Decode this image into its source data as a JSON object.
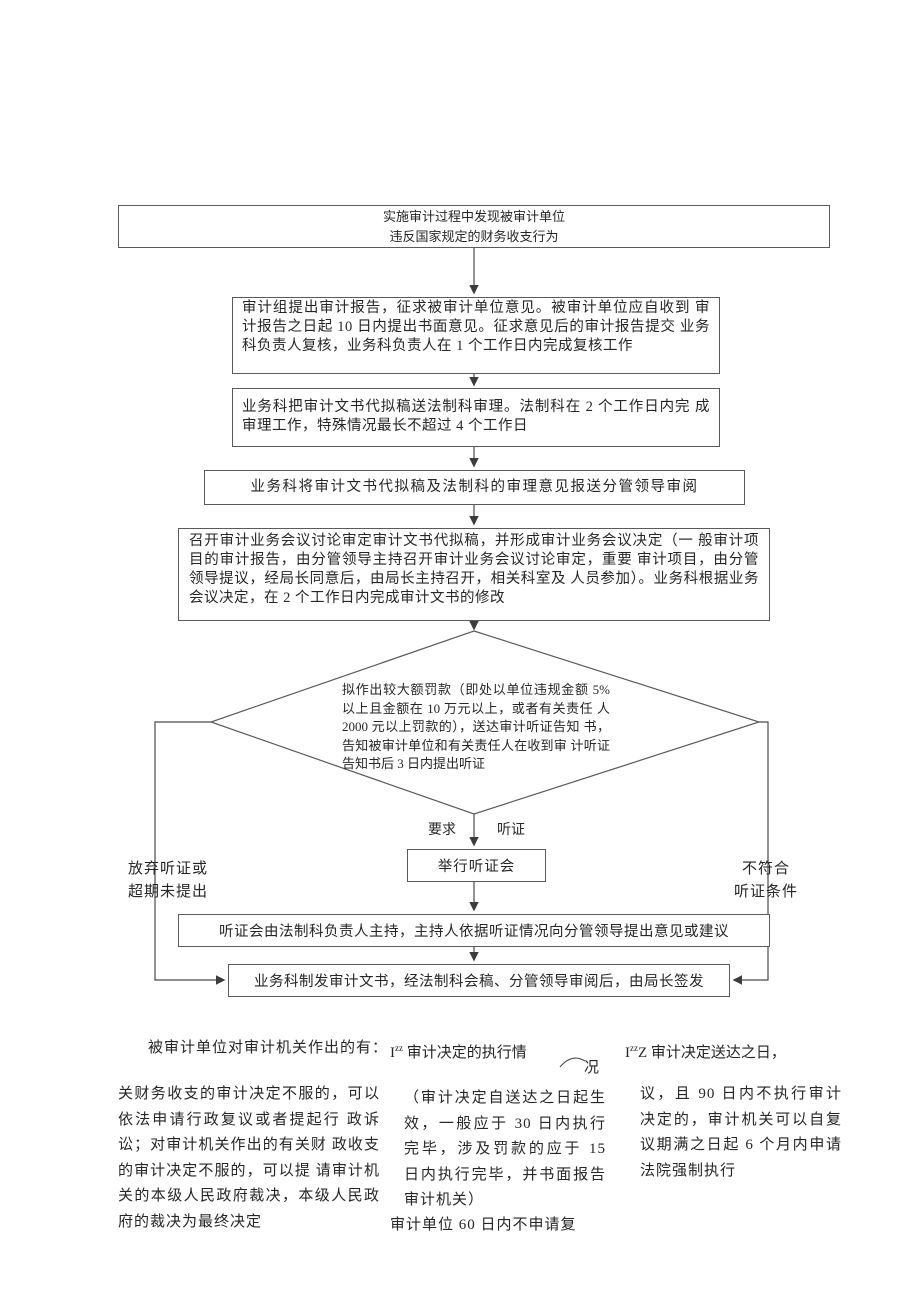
{
  "doc": {
    "bg": "#ffffff",
    "ink": "#262626",
    "line_color": "#4a4a4a",
    "border_color": "#5a5a5a"
  },
  "flow": {
    "start_line1": "实施审计过程中发现被审计单位",
    "start_line2": "违反国家规定的财务收支行为",
    "review": "审计组提出审计报告，征求被审计单位意见。被审计单位应自收到 审计报告之日起 10 日内提出书面意见。征求意见后的审计报告提交 业务科负责人复核，业务科负责人在 1 个工作日内完成复核工作",
    "legal_review": "业务科把审计文书代拟稿送法制科审理。法制科在 2 个工作日内完 成审理工作，特殊情况最长不超过 4 个工作日",
    "leader_review": "业务科将审计文书代拟稿及法制科的审理意见报送分管领导审阅",
    "meeting": "召开审计业务会议讨论审定审计文书代拟稿，并形成审计业务会议决定（一 般审计项目的审计报告，由分管领导主持召开审计业务会议讨论审定，重要 审计项目，由分管领导提议，经局长同意后，由局长主持召开，相关科室及 人员参加）。业务科根据业务会议决定，在 2 个工作日内完成审计文书的修改",
    "decision_diamond": "拟作出较大额罚款（即处以单位违规金额 5% 以上且金额在 10 万元以上，或者有关责任 人 2000 元以上罚款的），送达审计听证告知 书，告知被审计单位和有关责任人在收到审 计听证告知书后 3 日内提出听证",
    "branch_request_1": "要求",
    "branch_request_2": "听证",
    "hearing": "举行听证会",
    "left_branch_1": "放弃听证或",
    "left_branch_2": "超期未提出",
    "right_branch_1": "不符合",
    "right_branch_2": "听证条件",
    "hearing_host": "听证会由法制科负责人主持，主持人依据听证情况向分管领导提出意见或建议",
    "issue": "业务科制发审计文书，经法制科会稿、分管领导审阅后，由局长签发"
  },
  "notes": {
    "left_intro": "被审计单位对审计机关作出的有：",
    "left_body": "关财务收支的审计决定不服的，可以依法申请行政复议或者提起行 政诉讼；对审计机关作出的有关财 政收支的审计决定不服的，可以提 请审计机关的本级人民政府裁决，本级人民政府的裁决为最终决定",
    "mid_prefix": "I",
    "mid_sup": "zz",
    "mid_header": " 审计决定的执行情",
    "mid_header_tail": "况",
    "mid_body": "（审计决定自送达之日起生效，一般应于 30 日内执行完毕，涉及罚款的应于 15 日内执行完毕，并书面报告审计机关）",
    "mid_body2": "审计单位 60 日内不申请复",
    "right_prefix": "I",
    "right_sup": "zz",
    "right_header": "Z 审计决定送达之日，",
    "right_body": "议，且 90 日内不执行审计决定的，审计机关可以自复议期满之日起 6 个月内申请法院强制执行"
  }
}
